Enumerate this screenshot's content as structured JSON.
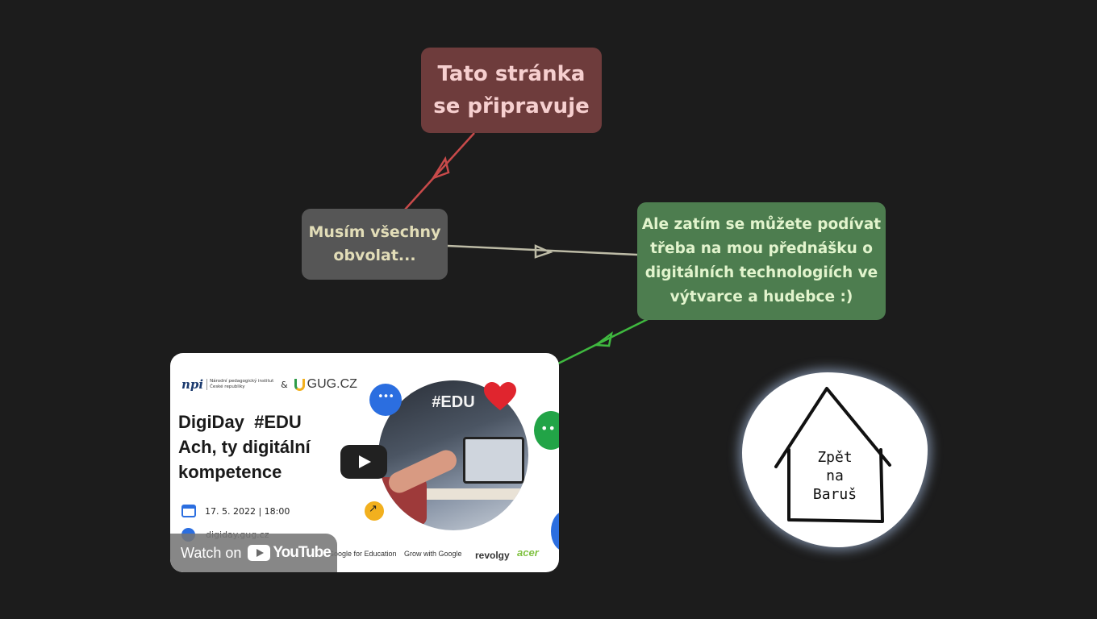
{
  "nodes": {
    "red": {
      "text": "Tato stránka\nse připravuje",
      "color": "#6e3c3c"
    },
    "gray": {
      "text": "Musím všechny\nobvolat...",
      "color": "#565656"
    },
    "green": {
      "text": "Ale zatím se můžete podívat\ntřeba na mou přednášku o\ndigitálních technologiích ve\nvýtvarce a hudebce :)",
      "color": "#4d7d4f"
    }
  },
  "video": {
    "org_mark": "npi",
    "org_name": "Národní pedagogický institut České republiky",
    "amp": "&",
    "partner": "GUG.CZ",
    "title": "DigiDay  #EDU\nAch, ty digitální\nkompetence",
    "photo_tag": "#EDU",
    "date": "17. 5. 2022 | 18:00",
    "url": "digiday.gug.cz",
    "sponsors": [
      "Google for Education",
      "Grow with Google",
      "revolgy",
      "acer"
    ],
    "watch_on": "Watch on",
    "yt_brand": "YouTube"
  },
  "home": {
    "text": "Zpět\nna\nBaruš"
  }
}
